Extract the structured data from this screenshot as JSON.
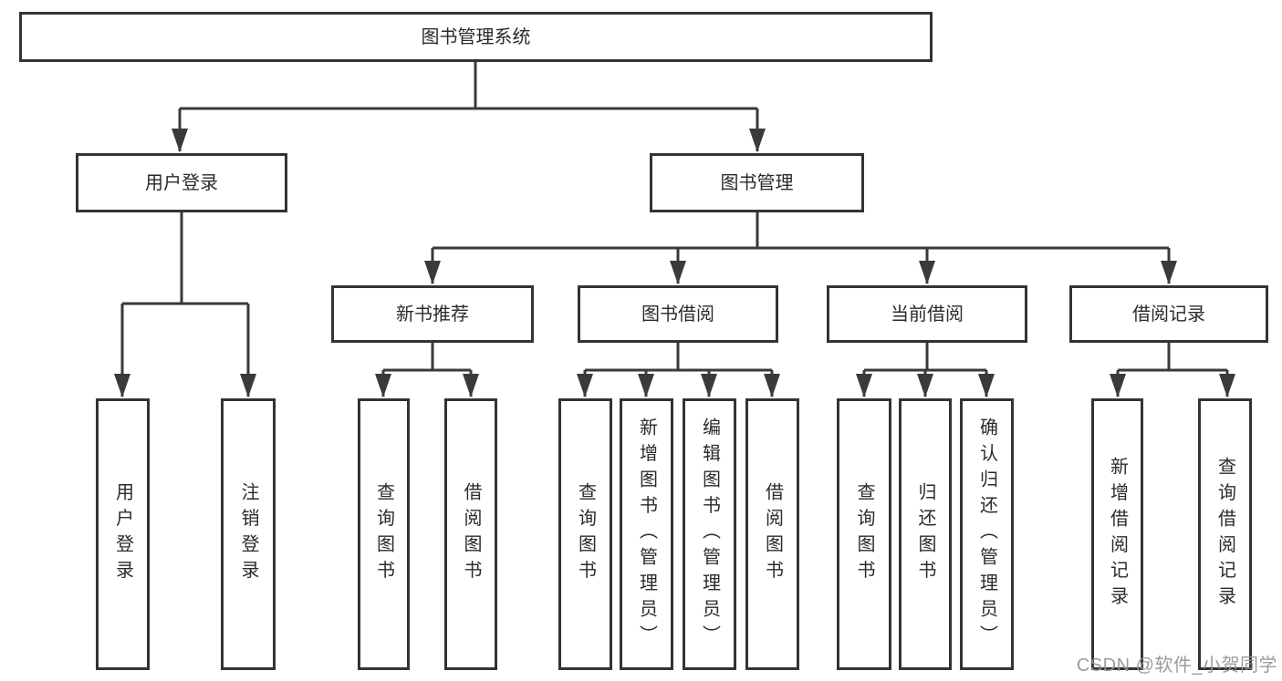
{
  "diagram": {
    "root": {
      "label": "图书管理系统"
    },
    "branches": [
      {
        "label": "用户登录",
        "children": [
          {
            "label": "用户登录"
          },
          {
            "label": "注销登录"
          }
        ]
      },
      {
        "label": "图书管理",
        "groups": [
          {
            "label": "新书推荐",
            "children": [
              {
                "label": "查询图书"
              },
              {
                "label": "借阅图书"
              }
            ]
          },
          {
            "label": "图书借阅",
            "children": [
              {
                "label": "查询图书"
              },
              {
                "label": "新增图书（管理员）"
              },
              {
                "label": "编辑图书（管理员）"
              },
              {
                "label": "借阅图书"
              }
            ]
          },
          {
            "label": "当前借阅",
            "children": [
              {
                "label": "查询图书"
              },
              {
                "label": "归还图书"
              },
              {
                "label": "确认归还（管理员）"
              }
            ]
          },
          {
            "label": "借阅记录",
            "children": [
              {
                "label": "新增借阅记录"
              },
              {
                "label": "查询借阅记录"
              }
            ]
          }
        ]
      }
    ]
  },
  "watermark": {
    "text": "CSDN @软件_小贺同学"
  },
  "colors": {
    "line": "#3a3a3a",
    "box_border": "#333333",
    "text": "#2b2b2b",
    "watermark": "#949494",
    "background": "#ffffff"
  }
}
